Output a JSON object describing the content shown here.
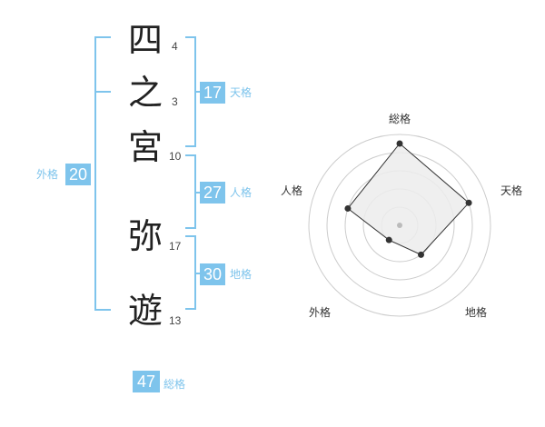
{
  "name": {
    "chars": [
      {
        "char": "四",
        "strokes": "4"
      },
      {
        "char": "之",
        "strokes": "3"
      },
      {
        "char": "宮",
        "strokes": "10"
      },
      {
        "char": "弥",
        "strokes": "17"
      },
      {
        "char": "遊",
        "strokes": "13"
      }
    ]
  },
  "scores": {
    "tenkaku": {
      "value": "17",
      "label": "天格"
    },
    "jinkaku": {
      "value": "27",
      "label": "人格"
    },
    "chikaku": {
      "value": "30",
      "label": "地格"
    },
    "gaikaku": {
      "value": "20",
      "label": "外格"
    },
    "soukaku": {
      "value": "47",
      "label": "総格"
    }
  },
  "chart_data": {
    "type": "radar",
    "axes": [
      "総格",
      "天格",
      "地格",
      "外格",
      "人格"
    ],
    "values": [
      4.5,
      4,
      2,
      1,
      3
    ],
    "max": 5,
    "rings": 5,
    "colors": {
      "fill": "#ececec",
      "line": "#333333",
      "point": "#333333",
      "ring": "#cccccc"
    }
  },
  "colors": {
    "accent": "#7ec4ec"
  }
}
